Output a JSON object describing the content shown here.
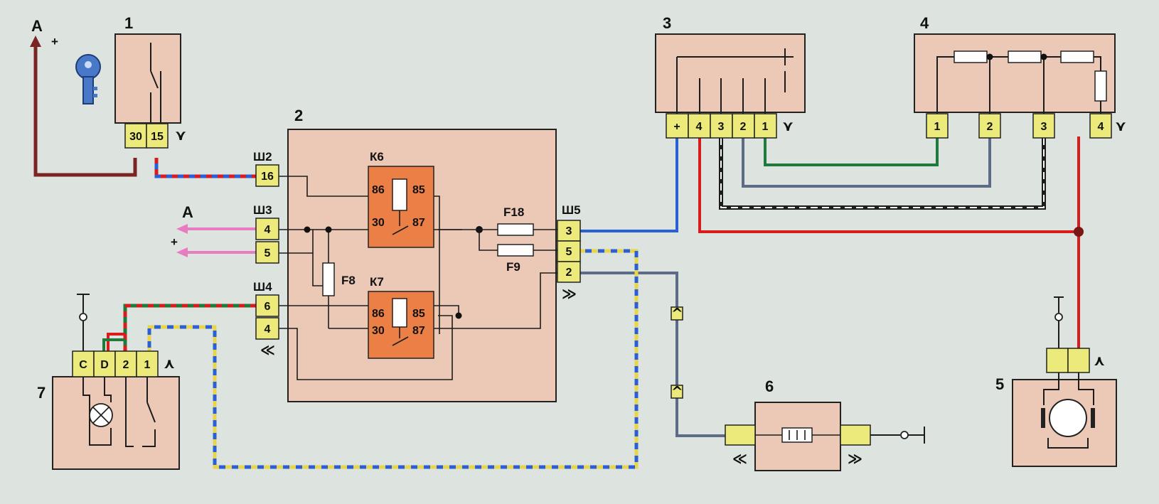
{
  "components": {
    "ignition_switch": {
      "number": "1",
      "pins": [
        "30",
        "15"
      ]
    },
    "relay_block": {
      "number": "2",
      "connectors": [
        "Ш2",
        "Ш3",
        "Ш4",
        "Ш5"
      ],
      "sh2_pins": [
        "16"
      ],
      "sh3_pins": [
        "4",
        "5"
      ],
      "sh4_pins": [
        "6",
        "4"
      ],
      "sh5_pins": [
        "3",
        "5",
        "2"
      ],
      "relays": [
        {
          "name": "К6",
          "pins": [
            "86",
            "85",
            "30",
            "87"
          ]
        },
        {
          "name": "К7",
          "pins": [
            "86",
            "85",
            "30",
            "87"
          ]
        }
      ],
      "fuses": [
        "F18",
        "F9",
        "F8"
      ]
    },
    "switch_3": {
      "number": "3",
      "pins": [
        "+",
        "4",
        "3",
        "2",
        "1"
      ]
    },
    "resistor_block": {
      "number": "4",
      "pins": [
        "1",
        "2",
        "3",
        "4"
      ]
    },
    "motor": {
      "number": "5"
    },
    "connector_6": {
      "number": "6"
    },
    "component_7": {
      "number": "7",
      "pins": [
        "C",
        "D",
        "2",
        "1"
      ]
    }
  },
  "labels": {
    "a_top": "A",
    "plus_top": "+",
    "a_mid": "A",
    "plus_mid": "+"
  },
  "colors": {
    "dark_red": "#7a2424",
    "blue": "#2a5fd6",
    "red": "#d61c1c",
    "green": "#1f7a3c",
    "grey_blue": "#5c6c86",
    "pink": "#e87cc0",
    "yellow": "#ecea7a",
    "orange": "#eb7f45",
    "box": "#ecc9b6"
  }
}
